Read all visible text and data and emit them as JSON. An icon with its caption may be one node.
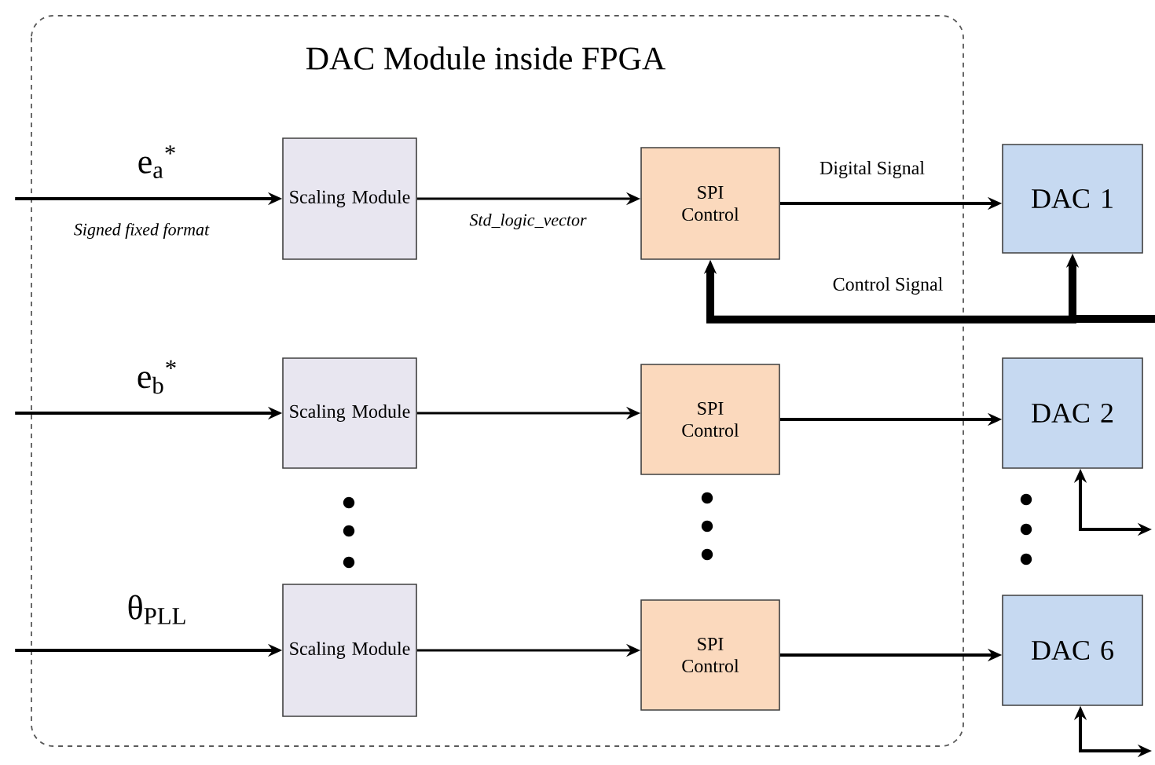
{
  "diagram": {
    "nodes": [
      {
        "text": [
          "DAC Module inside FPGA"
        ]
      },
      {
        "text": [
          "Scaling Module"
        ],
        "in": 0
      },
      {
        "text": [
          "SPI Control"
        ],
        "in": 0
      },
      {
        "text": [
          "DAC 1"
        ]
      },
      {
        "text": [
          "Scaling Module"
        ],
        "in": 0
      },
      {
        "text": [
          "SPI Control"
        ],
        "in": 0
      },
      {
        "text": [
          "DAC 2"
        ]
      },
      {
        "text": [
          "Scaling Module"
        ],
        "in": 0
      },
      {
        "text": [
          "SPI Control"
        ],
        "in": 0
      },
      {
        "text": [
          "DAC 6"
        ]
      }
    ],
    "edges": [
      {
        "from": null,
        "to": 1,
        "arrow": "to",
        "label": "e$_{a}$$^{*}$"
      },
      {
        "from": 1,
        "to": 2,
        "arrow": "to",
        "label": "Std_logic_vector"
      },
      {
        "from": 2,
        "to": 3,
        "arrow": "to",
        "label": "Digital Signal"
      },
      {
        "from": 2,
        "to": 3,
        "arrow": "both",
        "label": "Control Signal",
        "style": "thick"
      },
      {
        "from": null,
        "to": 4,
        "arrow": "to",
        "label": "e$_{b}$$^{*}$"
      },
      {
        "from": 4,
        "to": 5,
        "arrow": "to"
      },
      {
        "from": 5,
        "to": 6,
        "arrow": "to"
      },
      {
        "from": null,
        "to": 7,
        "arrow": "to",
        "label": "θ$_{PLL}$"
      },
      {
        "from": 7,
        "to": 8,
        "arrow": "to"
      },
      {
        "from": 8,
        "to": 9,
        "arrow": "to"
      },
      {
        "from": 6,
        "to": null,
        "arrow": "both"
      },
      {
        "from": 9,
        "to": null,
        "arrow": "both"
      }
    ],
    "labels": [
      "Signed fixed format"
    ]
  }
}
